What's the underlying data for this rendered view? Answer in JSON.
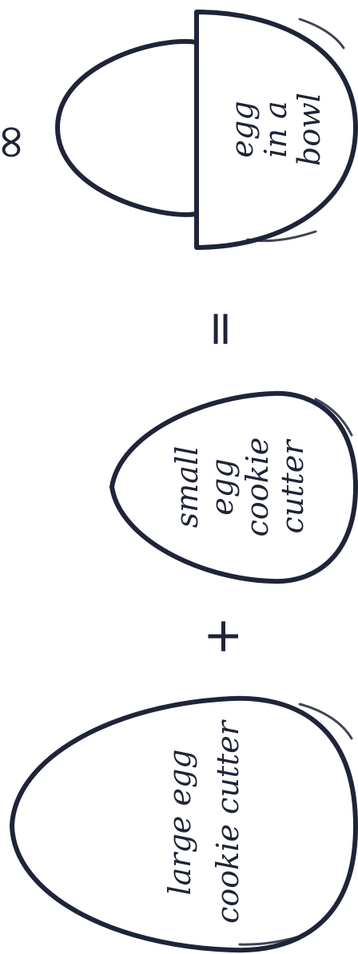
{
  "diagram": {
    "labels": {
      "large_egg_line1": "large egg",
      "large_egg_line2": "cookie cutter",
      "small_egg_line1": "small",
      "small_egg_line2": "egg",
      "small_egg_line3": "cookie",
      "small_egg_line4": "cutter",
      "bowl_line1": "egg",
      "bowl_line2": "in a",
      "bowl_line3": "bowl"
    },
    "symbols": {
      "plus": "+",
      "equals": "=",
      "infinity": "∞"
    },
    "colors": {
      "ink": "#1f2438",
      "background": "#ffffff"
    }
  }
}
